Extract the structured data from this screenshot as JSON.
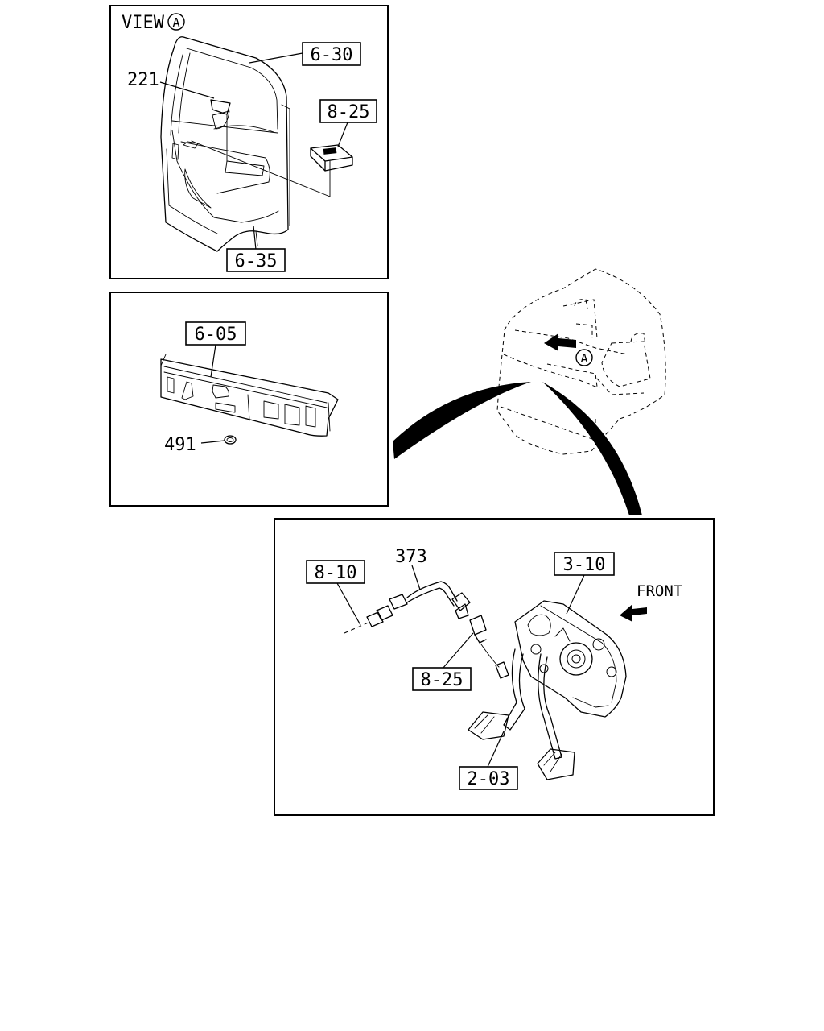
{
  "view_panel": {
    "view_label": "VIEW",
    "view_marker": "A",
    "refs": {
      "door_frame": "6-30",
      "switch": "8-25",
      "door_lower": "6-35"
    },
    "parts": {
      "clip": "221"
    }
  },
  "dash_panel": {
    "refs": {
      "panel": "6-05"
    },
    "parts": {
      "grommet": "491"
    }
  },
  "cab_overview": {
    "marker": "A"
  },
  "pedal_panel": {
    "refs": {
      "harness": "8-10",
      "pedal_box": "3-10",
      "switch": "8-25",
      "pedal": "2-03"
    },
    "parts": {
      "harness_part": "373"
    },
    "front_label": "FRONT"
  }
}
